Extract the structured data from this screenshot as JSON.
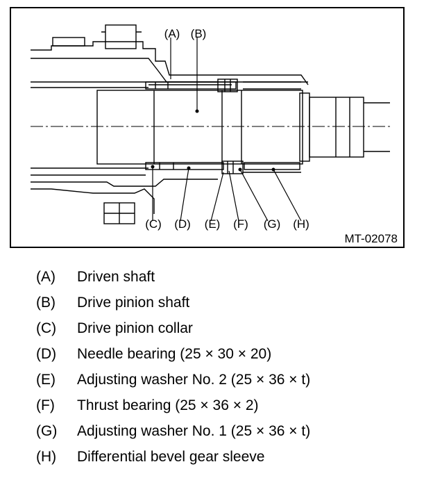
{
  "diagram": {
    "figure_id": "MT-02078",
    "callouts_top": [
      "(A)",
      "(B)"
    ],
    "callouts_bottom": [
      "(C)",
      "(D)",
      "(E)",
      "(F)",
      "(G)",
      "(H)"
    ]
  },
  "legend": [
    {
      "key": "(A)",
      "text": "Driven shaft"
    },
    {
      "key": "(B)",
      "text": "Drive pinion shaft"
    },
    {
      "key": "(C)",
      "text": "Drive pinion collar"
    },
    {
      "key": "(D)",
      "text": "Needle bearing (25 × 30 × 20)"
    },
    {
      "key": "(E)",
      "text": "Adjusting washer No. 2 (25 × 36 × t)"
    },
    {
      "key": "(F)",
      "text": "Thrust bearing (25 × 36 × 2)"
    },
    {
      "key": "(G)",
      "text": "Adjusting washer No. 1 (25 × 36 × t)"
    },
    {
      "key": "(H)",
      "text": "Differential bevel gear sleeve"
    }
  ]
}
